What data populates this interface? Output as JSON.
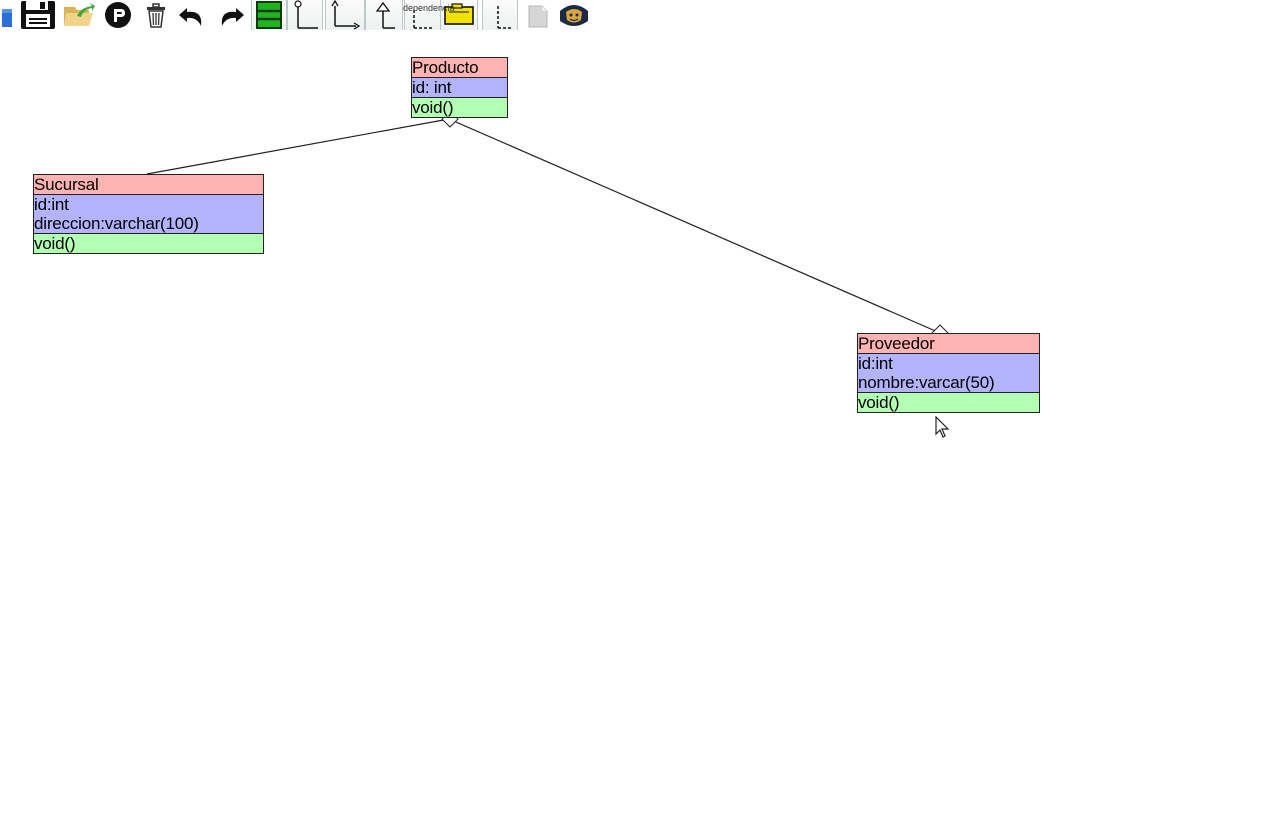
{
  "toolbar": {
    "buttons": [
      {
        "name": "new-icon"
      },
      {
        "name": "save-icon"
      },
      {
        "name": "open-folder-icon"
      },
      {
        "name": "export-icon"
      },
      {
        "name": "trash-icon"
      },
      {
        "name": "undo-icon"
      },
      {
        "name": "redo-icon"
      },
      {
        "name": "class-icon"
      },
      {
        "name": "association-icon"
      },
      {
        "name": "composition-icon"
      },
      {
        "name": "inheritance-icon"
      },
      {
        "name": "dependency-icon"
      },
      {
        "name": "note-icon"
      },
      {
        "name": "realization-icon"
      },
      {
        "name": "document-icon"
      },
      {
        "name": "logo-icon"
      }
    ],
    "tooltip": "dependencia"
  },
  "diagram": {
    "classes": [
      {
        "id": "producto",
        "name": "Producto",
        "attributes": [
          "id: int"
        ],
        "methods": [
          "void()"
        ]
      },
      {
        "id": "sucursal",
        "name": "Sucursal",
        "attributes": [
          "id:int",
          "direccion:varchar(100)"
        ],
        "methods": [
          "void()"
        ]
      },
      {
        "id": "proveedor",
        "name": "Proveedor",
        "attributes": [
          "id:int",
          "nombre:varcar(50)"
        ],
        "methods": [
          "void()"
        ]
      }
    ],
    "relations": [
      {
        "from": "sucursal",
        "to": "producto",
        "type": "aggregation"
      },
      {
        "from": "producto",
        "to": "proveedor",
        "type": "aggregation"
      }
    ]
  },
  "colors": {
    "name_bg": "#ffb3b3",
    "attrs_bg": "#b3b3ff",
    "methods_bg": "#b3ffb3",
    "border": "#222222"
  }
}
